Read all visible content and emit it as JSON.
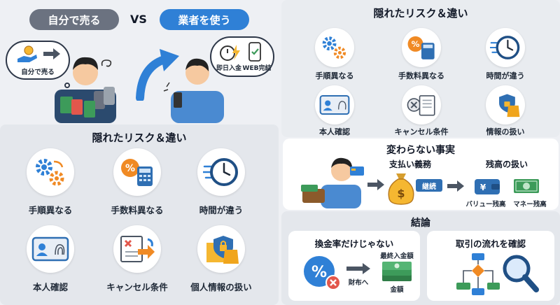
{
  "top_left": {
    "pill_self": "自分で売る",
    "vs": "VS",
    "pill_vendor": "業者を使う",
    "bubble_self": "自分で売る",
    "bubble_vendor_1": "即日入金",
    "bubble_vendor_2": "WEB完結"
  },
  "risk_left": {
    "title": "隠れたリスク＆違い",
    "items": [
      "手順異なる",
      "手数料異なる",
      "時間が違う",
      "本人確認",
      "キャンセル条件",
      "個人情報の扱い"
    ]
  },
  "risk_right": {
    "title": "隠れたリスク＆違い",
    "items": [
      "手順異なる",
      "手数料異なる",
      "時間が違う",
      "本人確認",
      "キャンセル条件",
      "情報の扱い"
    ]
  },
  "unchanged": {
    "title": "変わらない事実",
    "payment": "支払い義務",
    "continue": "継続",
    "balance": "残高の扱い",
    "value_balance": "バリュー残高",
    "money_balance": "マネー残高",
    "yen": "¥"
  },
  "conclusion": {
    "title": "結論",
    "left_title": "換金率だけじゃない",
    "final_amount": "最終入金額",
    "wallet": "財布へ",
    "amount": "金額",
    "right_title": "取引の流れを確認"
  },
  "colors": {
    "blue": "#2f80d6",
    "orange": "#f08a24",
    "gray_pill": "#6b7280",
    "green": "#3d9b5a"
  }
}
